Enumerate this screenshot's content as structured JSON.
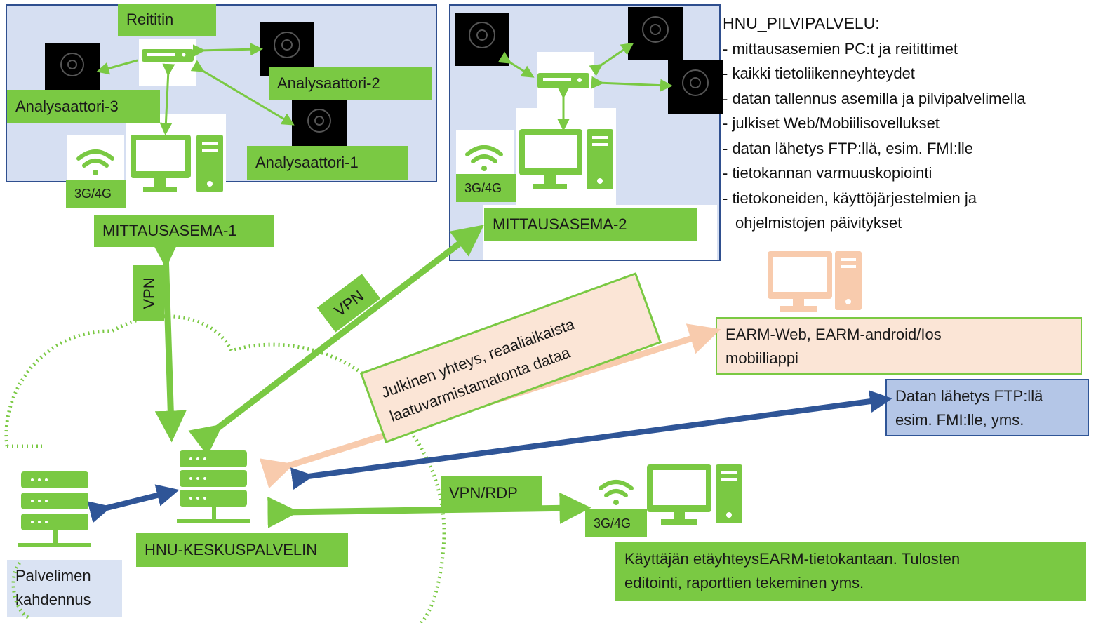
{
  "station1": {
    "router_label": "Reititin",
    "analyzer1": "Analysaattori-1",
    "analyzer2": "Analysaattori-2",
    "analyzer3": "Analysaattori-3",
    "network": "3G/4G",
    "name": "MITTAUSASEMA-1"
  },
  "station2": {
    "network": "3G/4G",
    "name": "MITTAUSASEMA-2"
  },
  "cloud_notes": {
    "title": "HNU_PILVIPALVELU:",
    "items": [
      "- mittausasemien PC:t ja reitittimet",
      "- kaikki tietoliikenneyhteydet",
      "- datan tallennus asemilla ja pilvipalvelimella",
      "- julkiset Web/Mobiilisovellukset",
      "- datan lähetys FTP:llä, esim. FMI:lle",
      "- tietokannan varmuuskopiointi",
      "- tietokoneiden, käyttöjärjestelmien ja",
      "ohjelmistojen päivitykset"
    ]
  },
  "links": {
    "vpn1": "VPN",
    "vpn2": "VPN",
    "vpn_rdp": "VPN/RDP"
  },
  "public_note": {
    "line1": "Julkinen yhteys, reaaliaikaista",
    "line2": "laatuvarmistamatonta dataa"
  },
  "earm_web": {
    "line1": "EARM-Web, EARM-android/Ios",
    "line2": "mobiiliappi"
  },
  "ftp_box": {
    "line1": "Datan lähetys FTP:llä",
    "line2": "esim. FMI:lle,  yms."
  },
  "central_server": "HNU-KESKUSPALVELIN",
  "backup_server": {
    "line1": "Palvelimen",
    "line2": "kahdennus"
  },
  "user_station": {
    "network": "3G/4G",
    "line1": "Käyttäjän etäyhteysEARM-tietokantaan. Tulosten",
    "line2": "editointi, raporttien tekeminen yms."
  },
  "colors": {
    "green": "#7ac943",
    "blue_arrow": "#2f5597",
    "peach": "#f8cbad",
    "station_bg": "#d6dff2"
  }
}
